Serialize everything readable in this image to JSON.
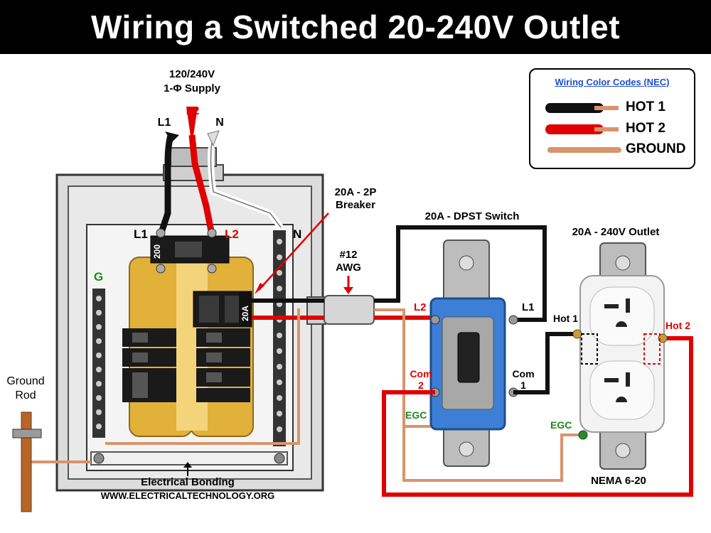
{
  "title": "Wiring a Switched 20-240V Outlet",
  "supply": {
    "line1": "120/240V",
    "line2": "1-Φ Supply",
    "l1": "L1",
    "l2": "L2",
    "n": "N"
  },
  "panel": {
    "l1_label": "L1",
    "l2_label": "L2",
    "n_label": "N",
    "g_label": "G",
    "main_breaker": "200",
    "branch_breaker": "20A",
    "bonding": "Electrical Bonding",
    "website": "WWW.ELECTRICALTECHNOLOGY.ORG"
  },
  "breaker_callout": {
    "line1": "20A - 2P",
    "line2": "Breaker"
  },
  "cable_callout": {
    "line1": "#12",
    "line2": "AWG"
  },
  "ground_rod": {
    "line1": "Ground",
    "line2": "Rod"
  },
  "switch": {
    "title": "20A - DPST Switch",
    "l2": "L2",
    "l1": "L1",
    "com2_a": "Com",
    "com2_b": "2",
    "com1_a": "Com",
    "com1_b": "1",
    "egc": "EGC"
  },
  "outlet": {
    "title": "20A - 240V Outlet",
    "hot1": "Hot 1",
    "hot2": "Hot 2",
    "egc": "EGC",
    "type": "NEMA 6-20"
  },
  "legend": {
    "title": "Wiring Color Codes (NEC)",
    "items": [
      {
        "label": "HOT 1",
        "color": "#111111"
      },
      {
        "label": "HOT 2",
        "color": "#e00000"
      },
      {
        "label": "GROUND",
        "color": "#d9946a"
      }
    ]
  },
  "colors": {
    "hot1": "#111111",
    "hot2": "#e00000",
    "ground": "#d9946a",
    "neutral": "#ffffff",
    "bus": "#e2b13a"
  }
}
